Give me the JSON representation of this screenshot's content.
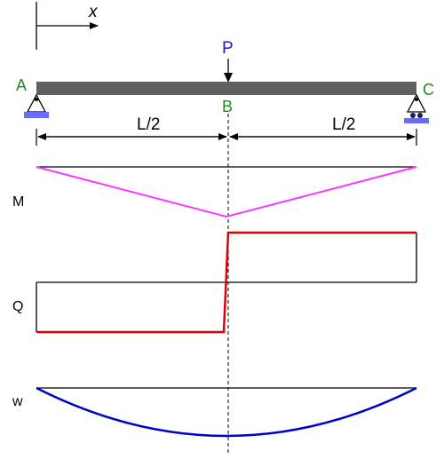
{
  "axis": {
    "label": "x"
  },
  "load": {
    "label": "P",
    "color": "#1a1acc"
  },
  "points": {
    "a": "A",
    "b": "B",
    "c": "C",
    "color": "#1e8c1e"
  },
  "spans": {
    "left": "L/2",
    "right": "L/2"
  },
  "diagrams": {
    "moment": {
      "label": "M",
      "color": "#ff33ff"
    },
    "shear": {
      "label": "Q",
      "color": "#e00000"
    },
    "deflection": {
      "label": "w",
      "color": "#0000cc"
    }
  },
  "beam": {
    "color": "#606060"
  },
  "support": {
    "color": "#6b6bff"
  }
}
